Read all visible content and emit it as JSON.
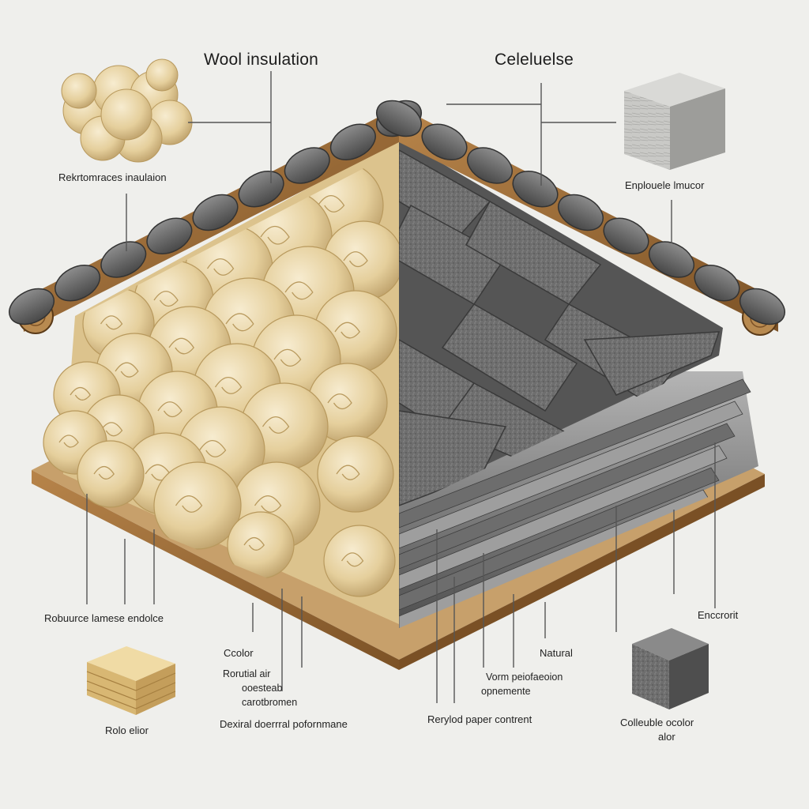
{
  "colors": {
    "background": "#efefec",
    "wool": "#e7d3a4",
    "wool_shadow": "#b89e66",
    "cellulose_tile": "#6f6f6f",
    "cellulose_paper": "#8a8a8a",
    "wood": "#9a6a35",
    "roof_cap": "#5f5f5f"
  },
  "left": {
    "title": "Wool insulation",
    "label_top": "Rekrtomraces inaulaion",
    "label_mid": "Robuurce lamese endolce",
    "label_color": "Ccolor",
    "label_air_1": "Rorutial air",
    "label_air_2": "ooesteab",
    "label_air_3": "carotbromen",
    "label_thermal": "Dexiral doerrral pofornmane",
    "label_sample": "Rolo elior"
  },
  "right": {
    "title": "Celeluelse",
    "label_top": "Enplouele lmucor",
    "label_right": "Enccrorit",
    "label_natural": "Natural",
    "label_vorm_1": "Vorm peiofaeoion",
    "label_vorm_2": "opnemente",
    "label_recycled": "Rerylod paper contrent",
    "label_sample_1": "Colleuble ocolor",
    "label_sample_2": "alor"
  }
}
